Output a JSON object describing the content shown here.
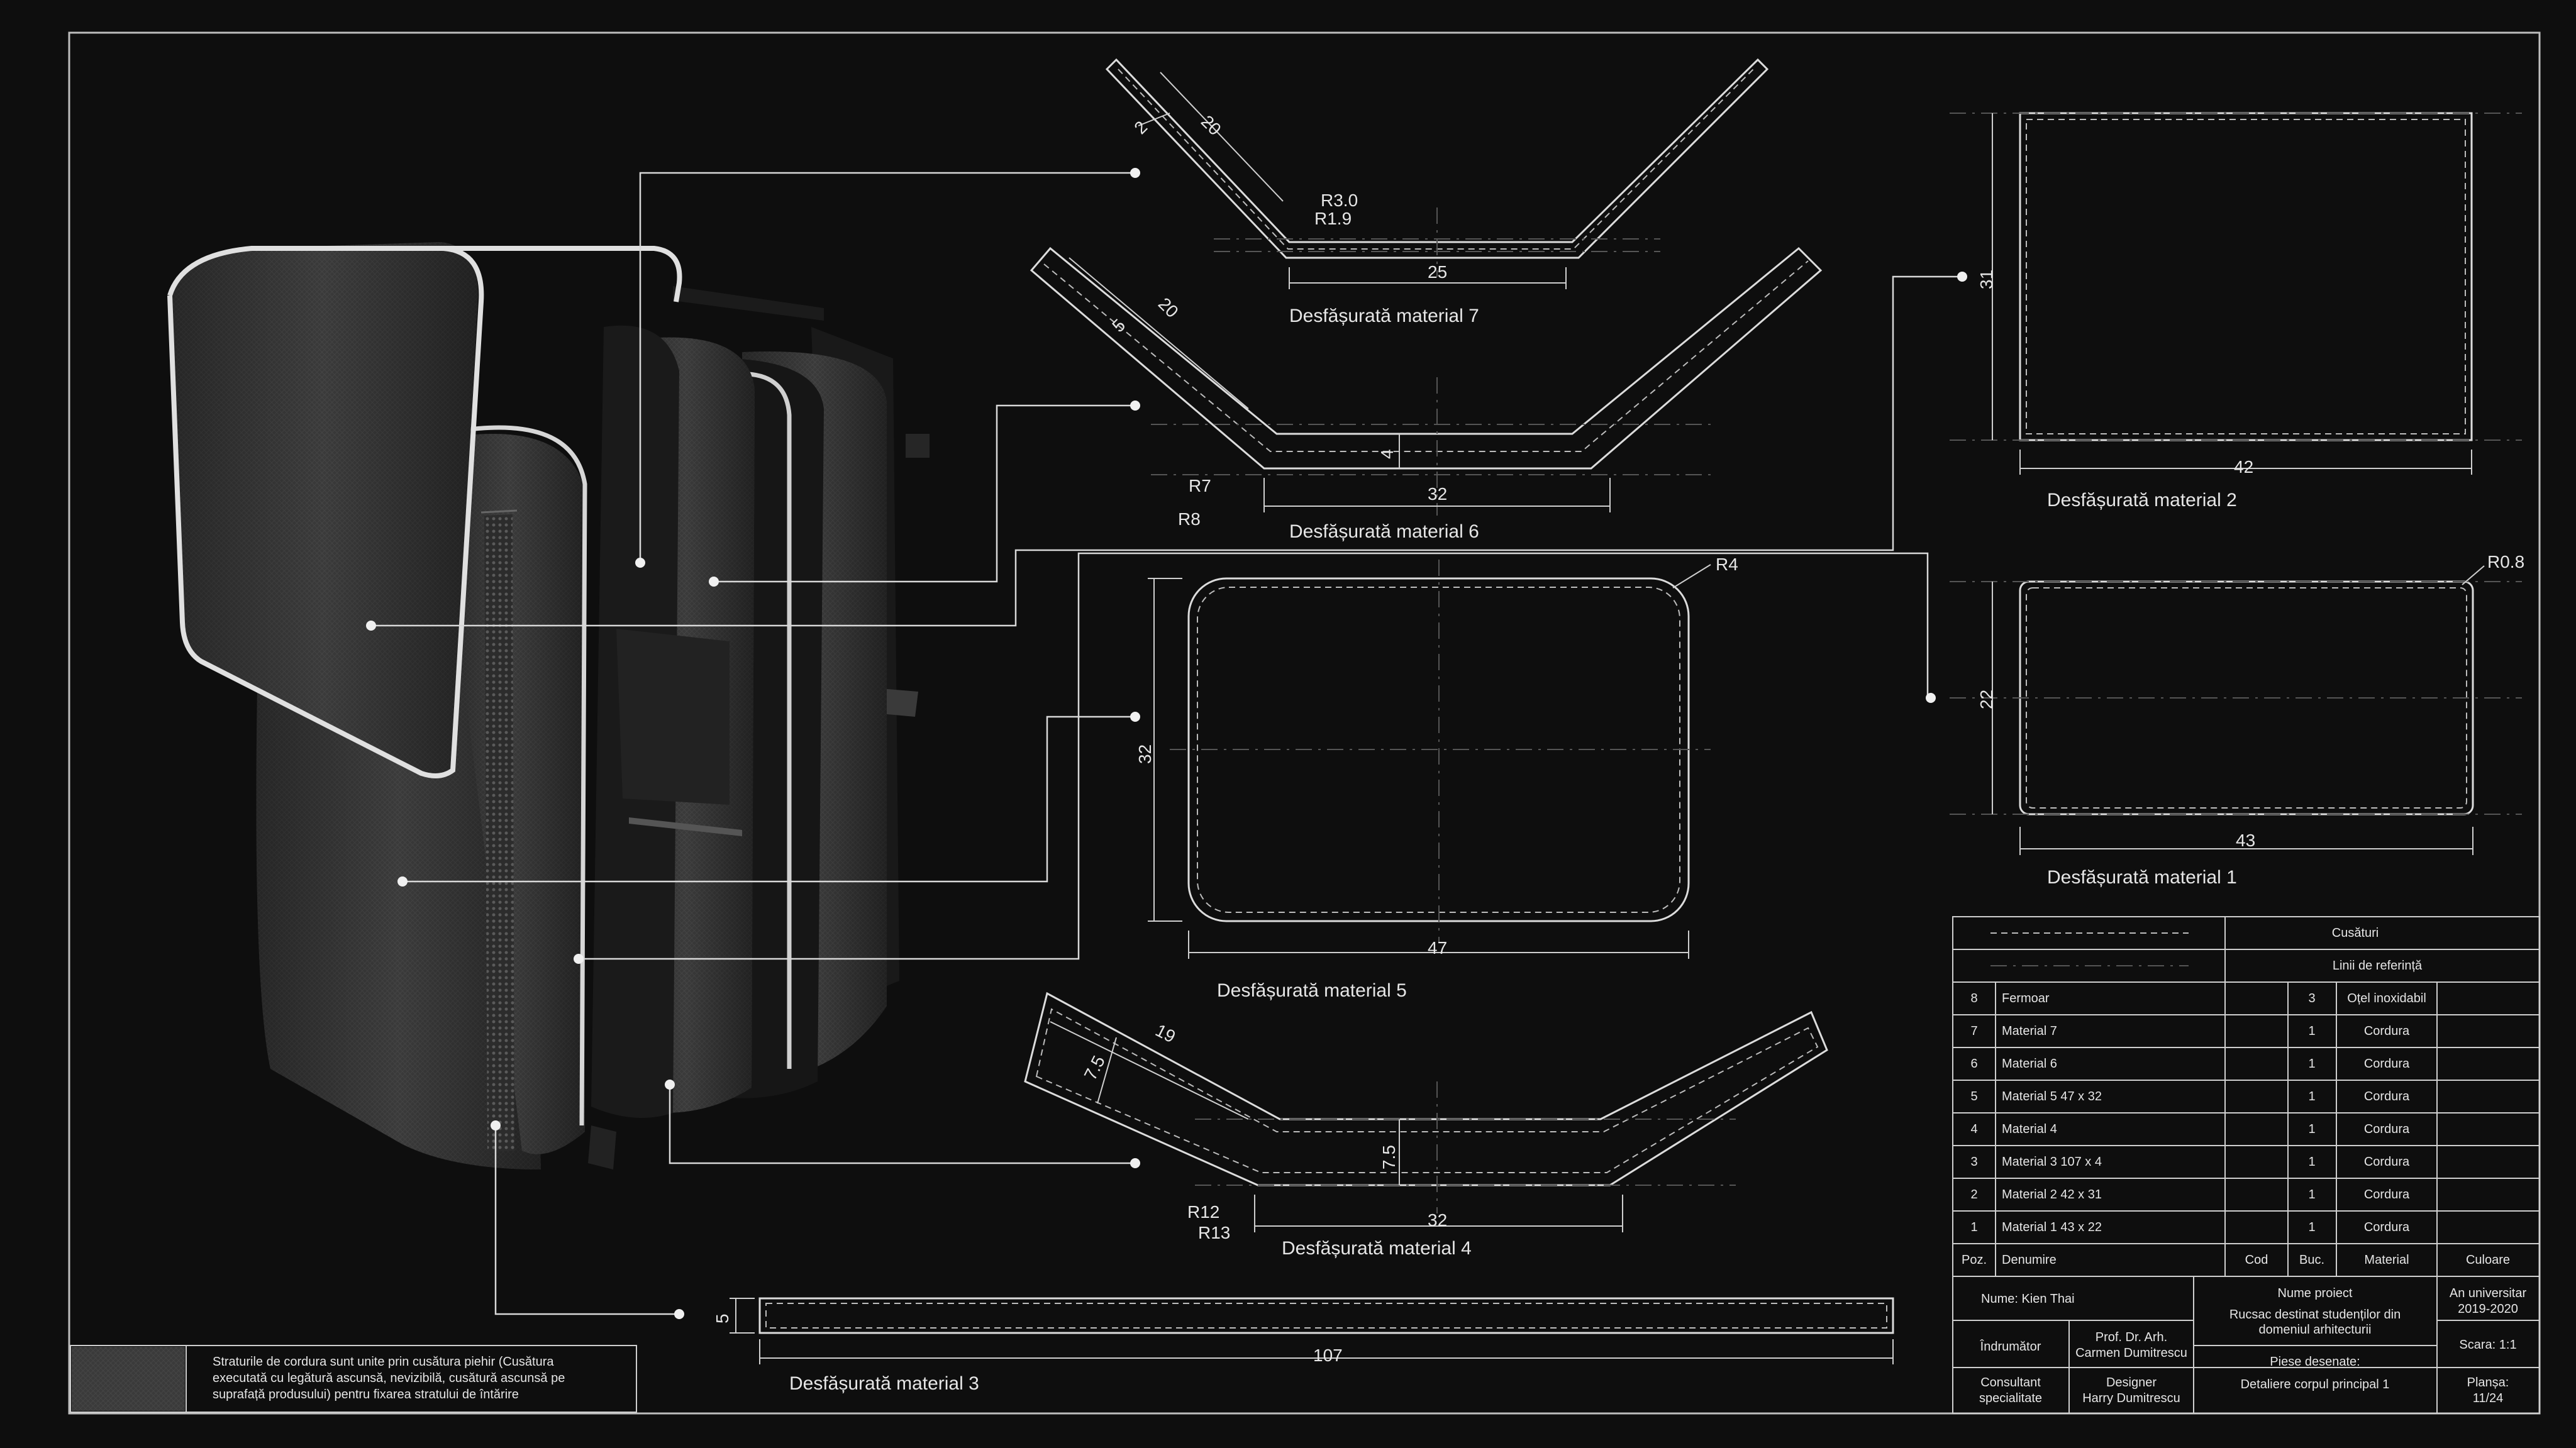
{
  "colors": {
    "background": "#0e0e0e",
    "line": "#dcdcdc",
    "fabric": "#3a3a3a"
  },
  "patterns": {
    "m7": {
      "caption": "Desfășurată material 7",
      "dim_width": "25",
      "dim_length": "20",
      "dim_thickness": "2",
      "r_outer": "R3.0",
      "r_inner": "R1.9"
    },
    "m6": {
      "caption": "Desfășurată material 6",
      "dim_width": "32",
      "dim_length": "20",
      "dim_thickness": "5",
      "dim_height": "4",
      "r_outer": "R8",
      "r_inner": "R7"
    },
    "m5": {
      "caption": "Desfășurată material 5",
      "dim_width": "47",
      "dim_height": "32",
      "radius": "R4"
    },
    "m4": {
      "caption": "Desfășurată material 4",
      "dim_width": "32",
      "dim_length": "19",
      "dim_thickness": "7.5",
      "dim_height": "7.5",
      "r_inner": "R12",
      "r_outer": "R13"
    },
    "m3": {
      "caption": "Desfășurată material 3",
      "dim_width": "107",
      "dim_height": "5"
    },
    "m2": {
      "caption": "Desfășurată material 2",
      "dim_width": "42",
      "dim_height": "31"
    },
    "m1": {
      "caption": "Desfășurată material 1",
      "dim_width": "43",
      "dim_height": "22",
      "radius": "R0.8"
    }
  },
  "note": {
    "line1": "Straturile de cordura sunt unite prin cusătura piehir (Cusătura",
    "line2": "executată cu legătură ascunsă, nevizibilă, cusătură ascunsă pe",
    "line3": "suprafață produsului) pentru fixarea stratului de întărire"
  },
  "legend": {
    "seams": "Cusături",
    "reference": "Linii de referință"
  },
  "parts_header": {
    "pos": "Poz.",
    "name": "Denumire",
    "code": "Cod",
    "qty": "Buc.",
    "material": "Material",
    "color": "Culoare"
  },
  "parts": [
    {
      "pos": "8",
      "name": "Fermoar",
      "qty": "3",
      "material": "Oțel inoxidabil"
    },
    {
      "pos": "7",
      "name": "Material 7",
      "qty": "1",
      "material": "Cordura"
    },
    {
      "pos": "6",
      "name": "Material 6",
      "qty": "1",
      "material": "Cordura"
    },
    {
      "pos": "5",
      "name": "Material 5 47 x 32",
      "qty": "1",
      "material": "Cordura"
    },
    {
      "pos": "4",
      "name": "Material 4",
      "qty": "1",
      "material": "Cordura"
    },
    {
      "pos": "3",
      "name": "Material 3 107 x 4",
      "qty": "1",
      "material": "Cordura"
    },
    {
      "pos": "2",
      "name": "Material 2 42 x 31",
      "qty": "1",
      "material": "Cordura"
    },
    {
      "pos": "1",
      "name": "Material 1 43 x 22",
      "qty": "1",
      "material": "Cordura"
    }
  ],
  "title_block": {
    "student": "Nume: Kien Thai",
    "project_label": "Nume proiect",
    "project_line1": "Rucsac destinat studenților din",
    "project_line2": "domeniul arhitecturii",
    "year_label": "An universitar",
    "year": "2019-2020",
    "advisor_label": "Îndrumător",
    "advisor_line1": "Prof. Dr. Arh.",
    "advisor_line2": "Carmen Dumitrescu",
    "scale": "Scara: 1:1",
    "drawn_label": "Piese desenate:",
    "drawn_value": "Detaliere corpul principal 1",
    "consultant_line1": "Consultant",
    "consultant_line2": "specialitate",
    "designer_line1": "Designer",
    "designer_line2": "Harry Dumitrescu",
    "sheet_label": "Planșa:",
    "sheet_value": "11/24"
  }
}
